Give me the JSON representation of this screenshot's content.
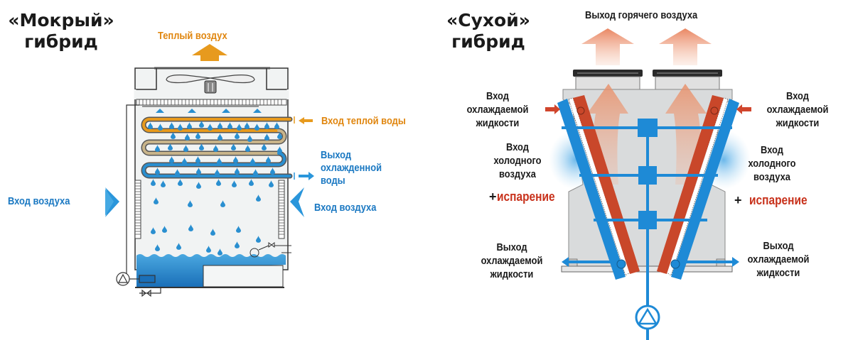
{
  "wet_hybrid": {
    "title_line1": "«Мокрый»",
    "title_line2": "гибрид",
    "warm_air_out": "Теплый воздух",
    "warm_water_in": "Вход теплой воды",
    "cooled_water_out_line1": "Выход",
    "cooled_water_out_line2": "охлажденной",
    "cooled_water_out_line3": "воды",
    "air_in_left": "Вход воздуха",
    "air_in_right": "Вход воздуха",
    "colors": {
      "warm": "#e0860f",
      "cool": "#1a78c2",
      "water": "#2a8fd0"
    }
  },
  "dry_hybrid": {
    "title_line1": "«Сухой»",
    "title_line2": "гибрид",
    "hot_air_out": "Выход горячего воздуха",
    "fluid_in_left": [
      "Вход",
      "охлаждаемой",
      "жидкости"
    ],
    "fluid_in_right": [
      "Вход",
      "охлаждаемой",
      "жидкости"
    ],
    "cold_air_in_left": [
      "Вход",
      "холодного",
      "воздуха"
    ],
    "cold_air_in_right": [
      "Вход",
      "холодного",
      "воздуха"
    ],
    "evaporation_plus": "+",
    "evaporation_left": "испарение",
    "evaporation_right": "испарение",
    "fluid_out_left": [
      "Выход",
      "охлаждаемой",
      "жидкости"
    ],
    "fluid_out_right": [
      "Выход",
      "охлаждаемой",
      "жидкости"
    ],
    "colors": {
      "hot": "#e8805a",
      "coil_red": "#c9472a",
      "coil_blue": "#1e8ad6",
      "text_red": "#c8321c"
    }
  }
}
